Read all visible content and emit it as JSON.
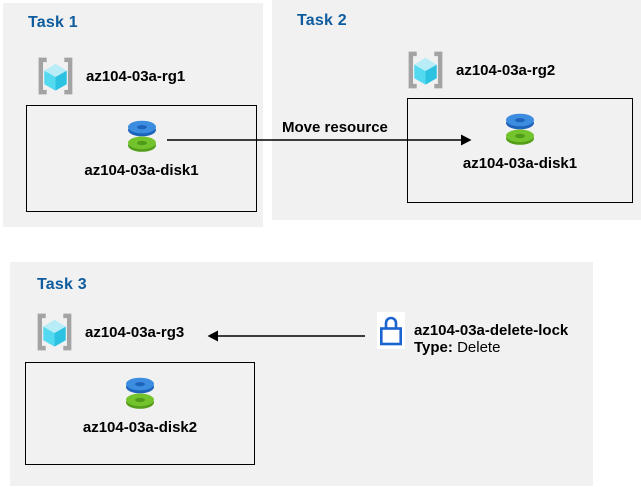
{
  "tasks": [
    {
      "title": "Task 1",
      "resource_group": "az104-03a-rg1",
      "disk": "az104-03a-disk1"
    },
    {
      "title": "Task 2",
      "resource_group": "az104-03a-rg2",
      "disk": "az104-03a-disk1"
    },
    {
      "title": "Task 3",
      "resource_group": "az104-03a-rg3",
      "disk": "az104-03a-disk2"
    }
  ],
  "move_arrow": {
    "label": "Move resource",
    "direction": "right",
    "from": "az104-03a-disk1 (rg1)",
    "to": "az104-03a-rg2 box"
  },
  "delete_lock": {
    "name": "az104-03a-delete-lock",
    "type_label": "Type:",
    "type_value": "Delete",
    "points_to": "az104-03a-rg3"
  },
  "icons": {
    "resource_group": "bracketed-cyan-cube",
    "disk": "stacked-blue-green-disk-rings",
    "lock": "blue-outline-padlock",
    "arrows": "thin-black-arrow"
  },
  "colors": {
    "panel_background": "#f1f1f1",
    "task_title_blue": "#0e5c9e",
    "label_black": "#000000",
    "arrow_black": "#000000",
    "lock_blue": "#1b63cf",
    "disk_blue_top": "#3c8de0",
    "disk_blue_side": "#1d63bc",
    "disk_green_top": "#72c32c",
    "disk_green_side": "#549e1b",
    "cube_top": "#b8ecf7",
    "cube_left": "#53d9f0",
    "cube_right": "#2cc3e2",
    "bracket_gray": "#a3a3a3"
  }
}
